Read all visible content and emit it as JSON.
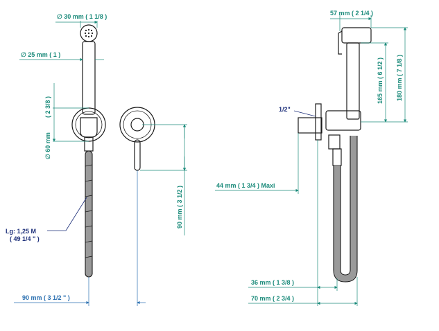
{
  "dimensions": {
    "head_diameter": "∅  30 mm  ( 1 1/8 )",
    "body_diameter": "∅  25 mm  ( 1 )",
    "flange_height": "( 2 3/8 )",
    "flange_diameter": "∅  60 mm",
    "lever_vertical": "90 mm  ( 3 1/2 )",
    "hose_length_line1": "Lg: 1,25 M",
    "hose_length_line2": "( 49 1/4 \" )",
    "bottom_width": "90 mm  ( 3 1/2 \" )",
    "head_width": "57 mm  ( 2 1/4 )",
    "height_165": "165 mm  ( 6 1/2 )",
    "height_180": "180 mm  ( 7 1/8 )",
    "thread": "1/2\"",
    "depth_max": "44 mm  ( 1 3/4 )  Maxi",
    "depth_36": "36 mm  ( 1 3/8 )",
    "depth_70": "70 mm  ( 2 3/4 )"
  },
  "colors": {
    "dimension": "#1a8a7a",
    "dimension_blue": "#2a6fb0",
    "callout": "#1d2f7a",
    "outline": "#1a1a1a",
    "hose": "#9a9a9a"
  }
}
